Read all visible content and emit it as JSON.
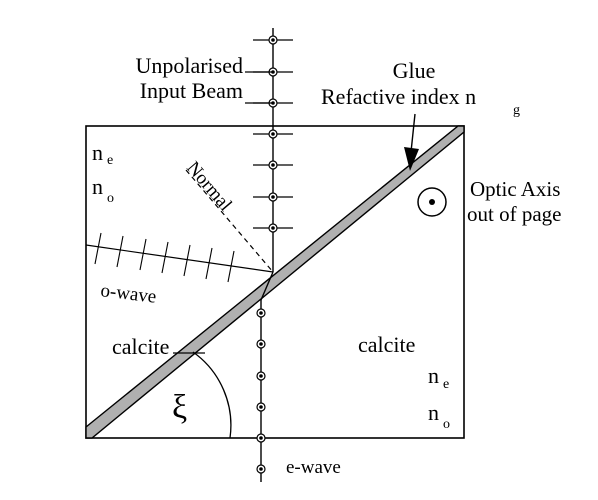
{
  "labels": {
    "input_line1": "Unpolarised",
    "input_line2": "Input Beam",
    "glue": "Glue",
    "refractive": "Refactive index n",
    "refractive_sub": "g",
    "ne_top": "n",
    "ne_top_sub": "e",
    "no_top": "n",
    "no_top_sub": "o",
    "normal": "Normal",
    "optic_line1": "Optic Axis",
    "optic_line2": "out of page",
    "owave": "o-wave",
    "calcite_left": "calcite",
    "calcite_right": "calcite",
    "ne_bottom": "n",
    "ne_bottom_sub": "e",
    "no_bottom": "n",
    "no_bottom_sub": "o",
    "angle": "ξ",
    "ewave": "e-wave"
  },
  "colors": {
    "line": "#000000",
    "glue_fill": "#b0b0b0"
  }
}
